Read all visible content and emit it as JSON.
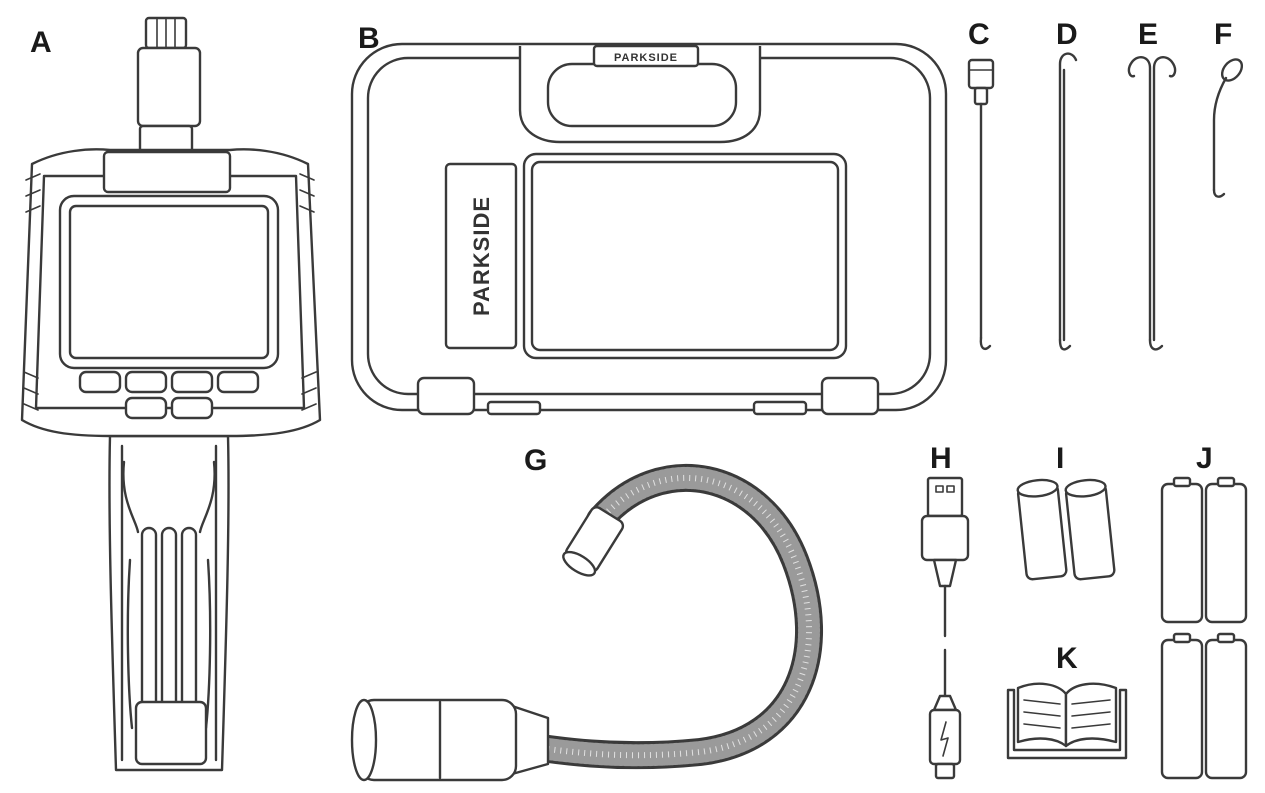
{
  "labels": {
    "a": "A",
    "b": "B",
    "c": "C",
    "d": "D",
    "e": "E",
    "f": "F",
    "g": "G",
    "h": "H",
    "i": "I",
    "j": "J",
    "k": "K"
  },
  "case": {
    "brand_vertical": "PARKSIDE",
    "brand_handle": "PARKSIDE"
  },
  "icons": {
    "device": "inspection-camera-icon",
    "case": "carry-case-icon",
    "hook_single": "hook-attachment-icon",
    "hook_double": "double-hook-attachment-icon",
    "mirror": "mirror-attachment-icon",
    "magnet": "magnet-attachment-icon",
    "gooseneck": "gooseneck-camera-probe-icon",
    "usb": "usb-cable-icon",
    "cylinder": "battery-cell-icon",
    "battery": "aa-battery-icon",
    "manual": "open-book-icon"
  },
  "colors": {
    "line": "#3a3a3a",
    "background": "#ffffff"
  }
}
